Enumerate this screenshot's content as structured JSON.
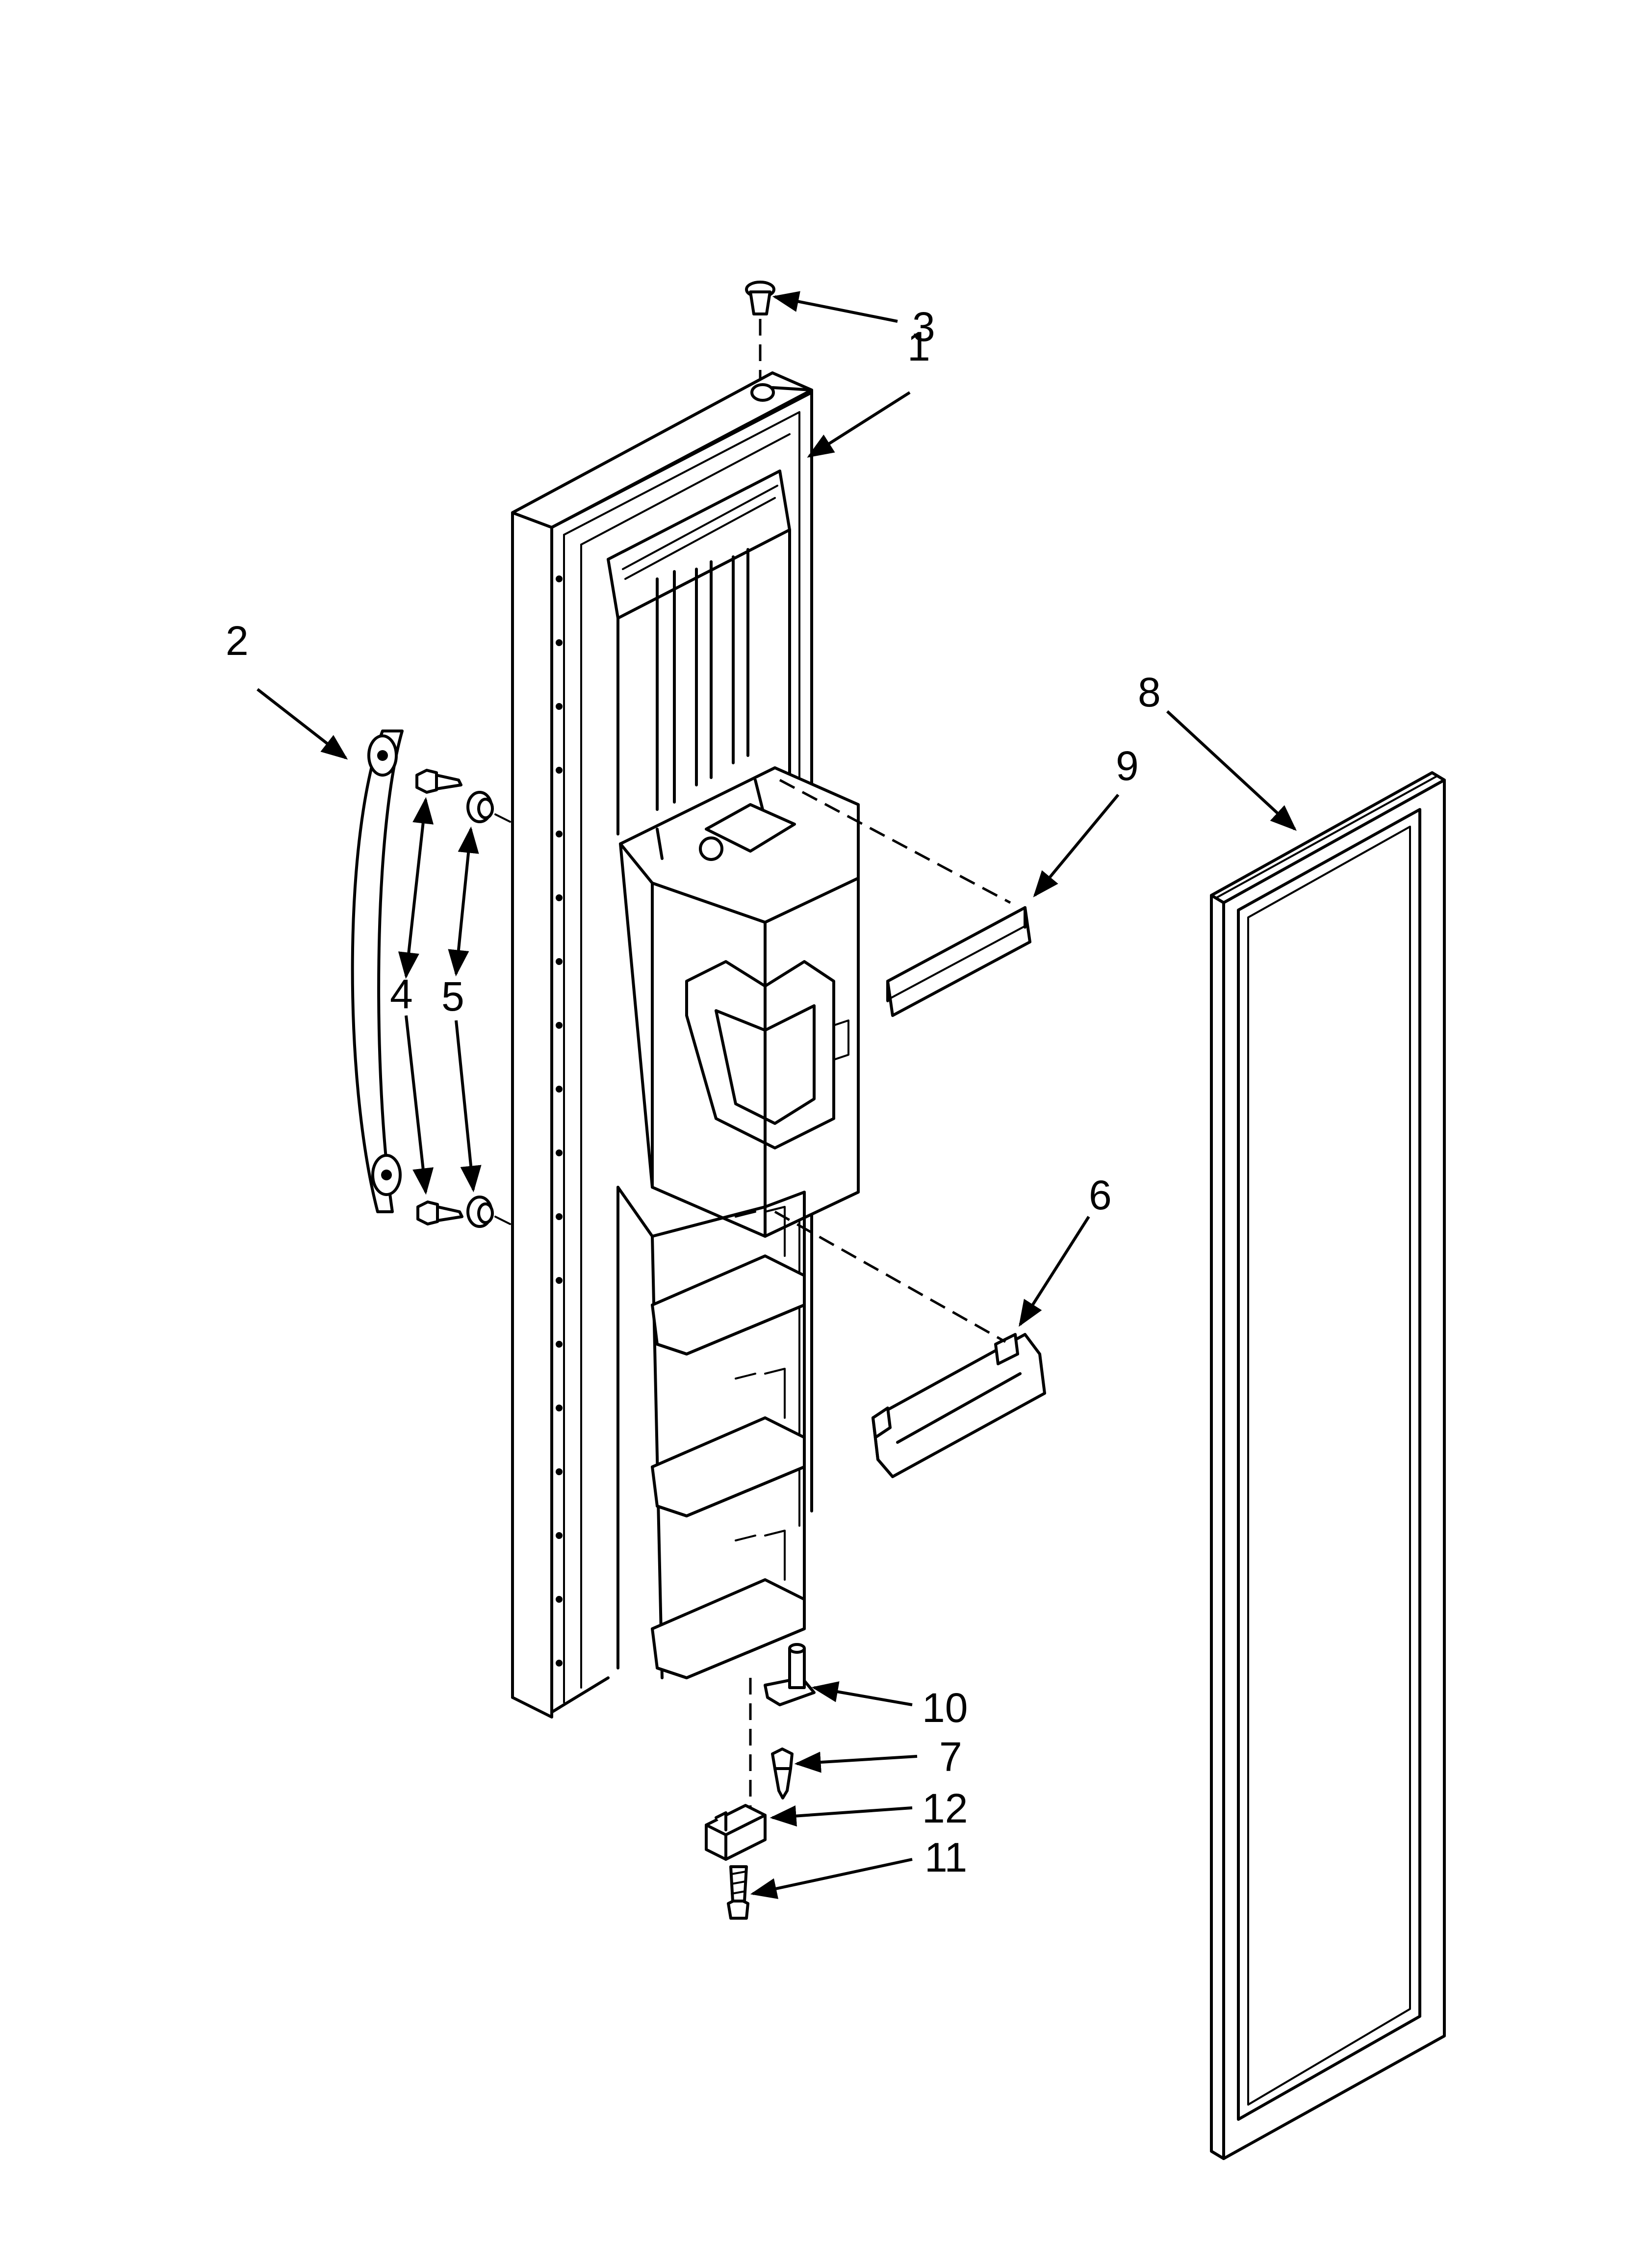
{
  "diagram": {
    "callouts": [
      {
        "id": "1",
        "text": "1"
      },
      {
        "id": "2",
        "text": "2"
      },
      {
        "id": "3",
        "text": "3"
      },
      {
        "id": "4",
        "text": "4"
      },
      {
        "id": "5",
        "text": "5"
      },
      {
        "id": "6",
        "text": "6"
      },
      {
        "id": "7",
        "text": "7"
      },
      {
        "id": "8",
        "text": "8"
      },
      {
        "id": "9",
        "text": "9"
      },
      {
        "id": "10",
        "text": "10"
      },
      {
        "id": "11",
        "text": "11"
      },
      {
        "id": "12",
        "text": "12"
      }
    ],
    "colors": {
      "line": "#000000",
      "background": "#ffffff"
    }
  }
}
